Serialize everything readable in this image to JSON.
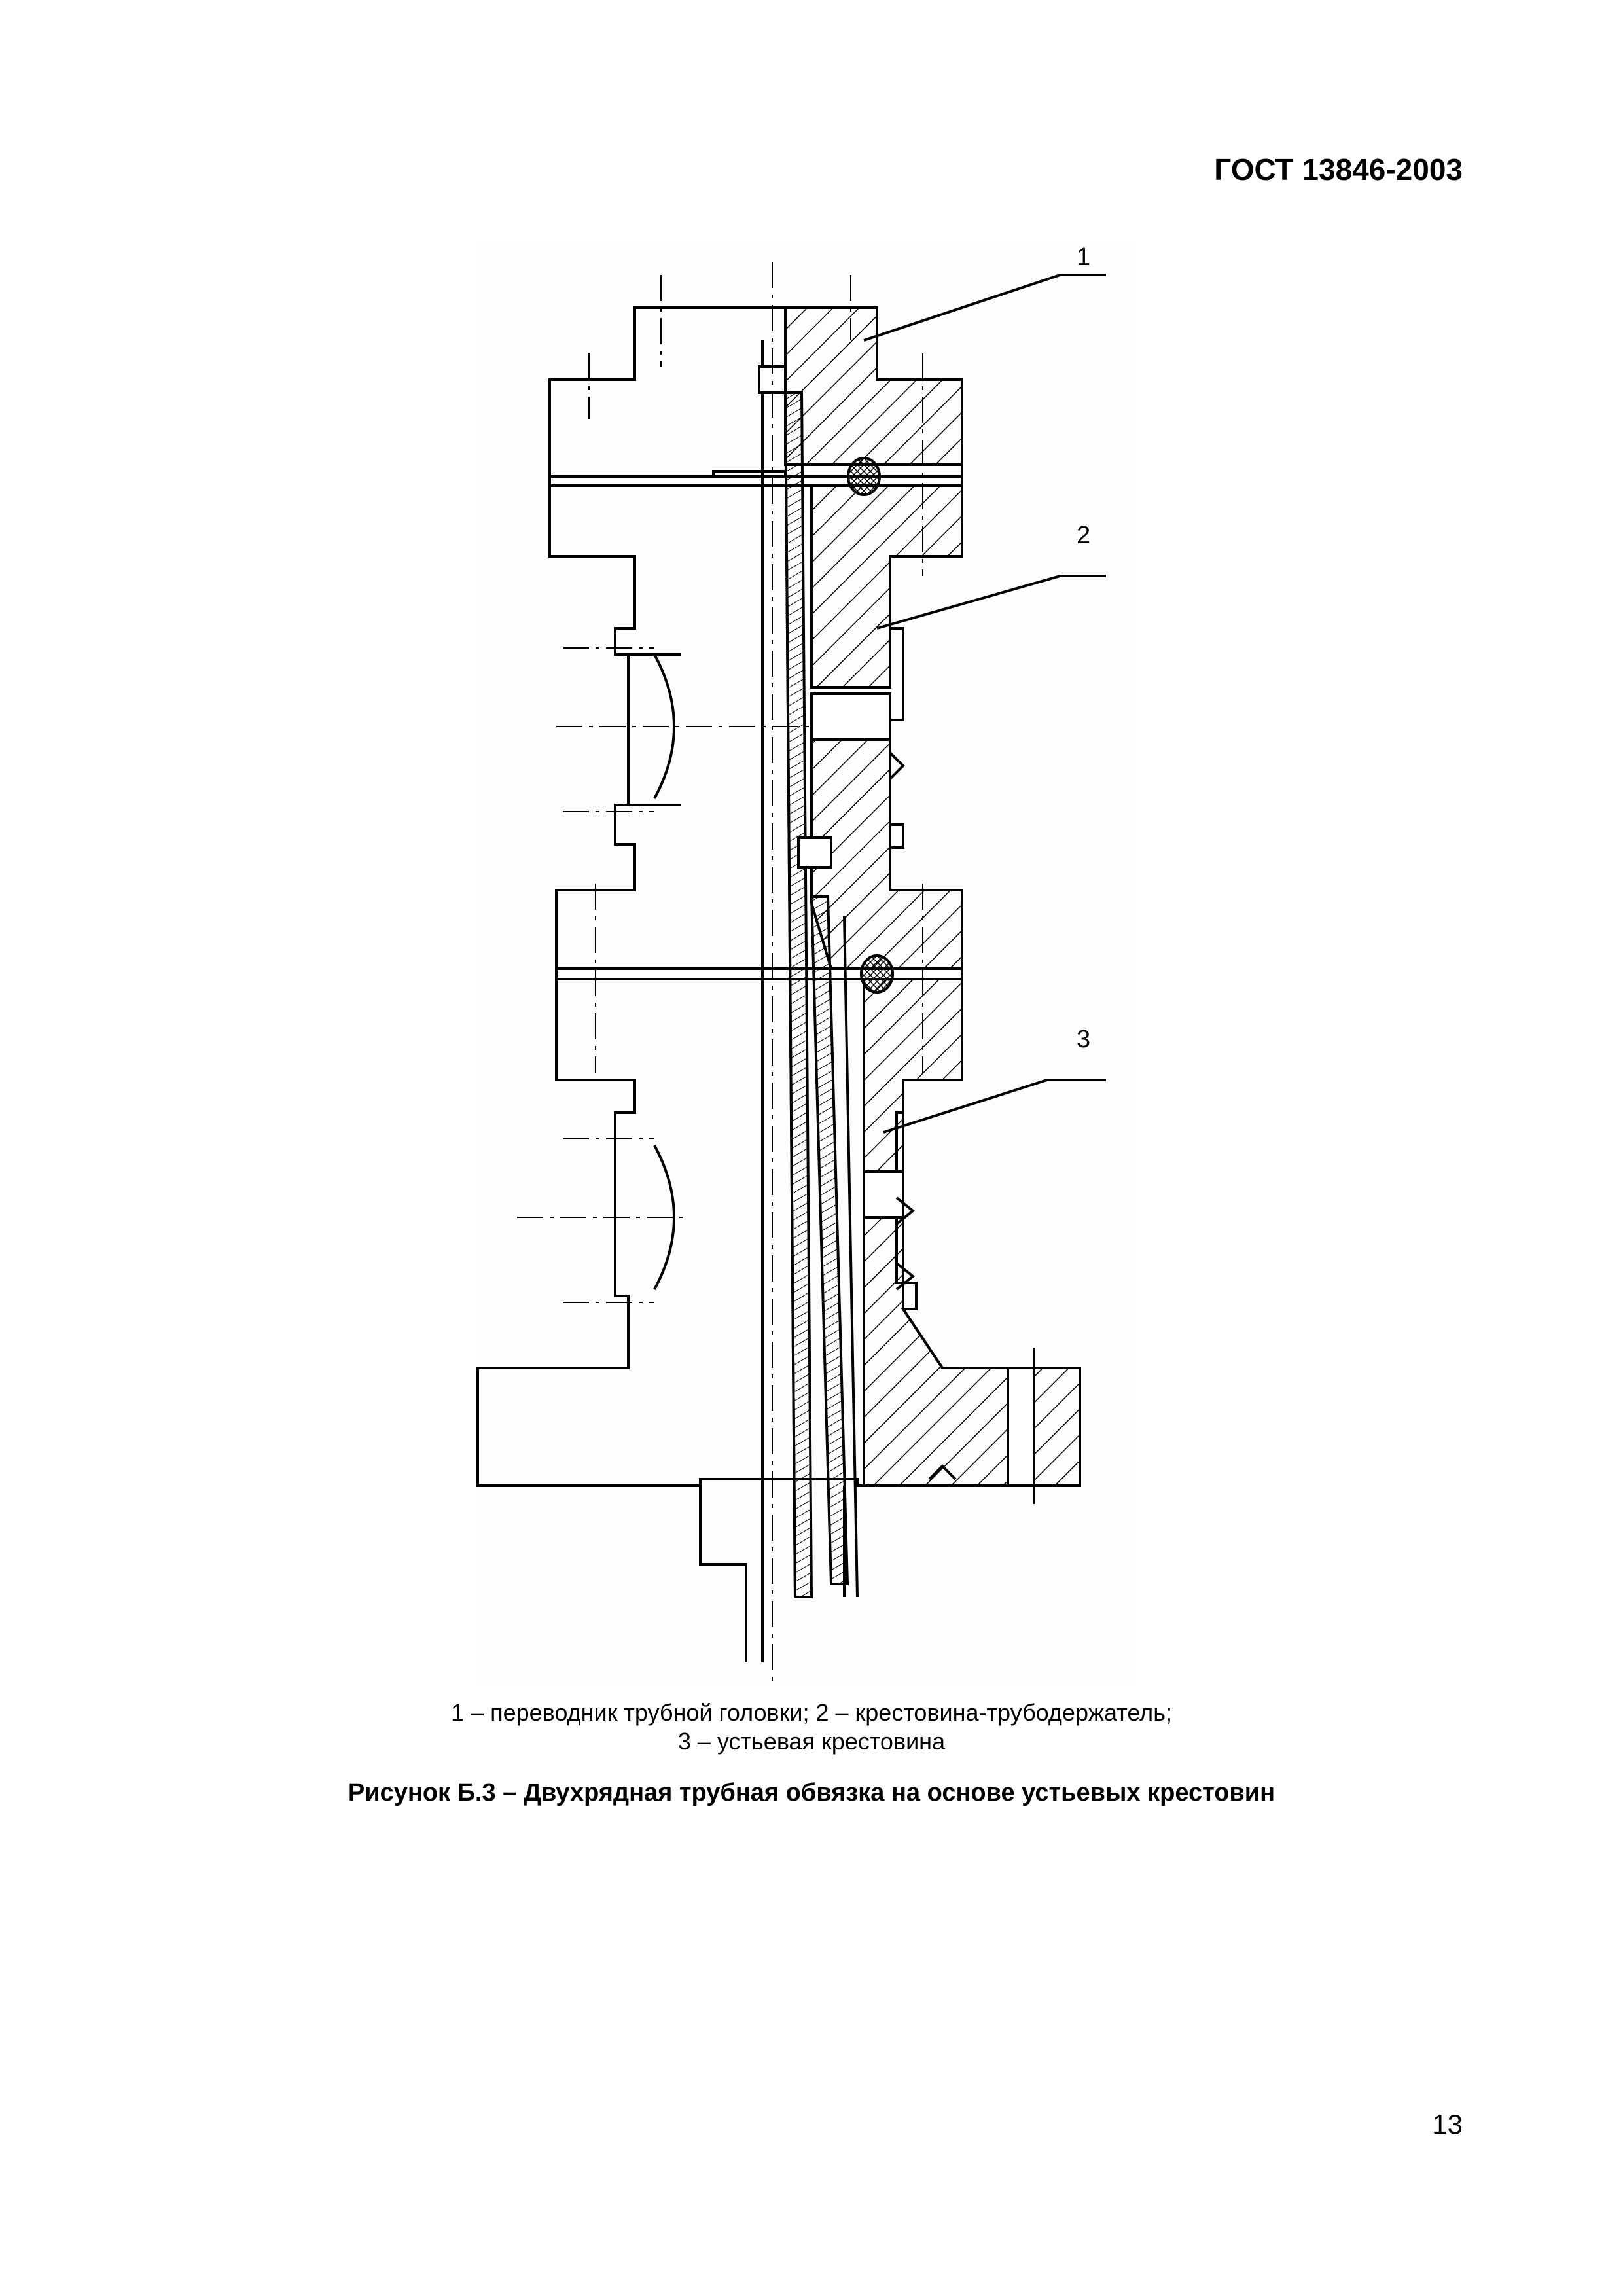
{
  "header": {
    "standard": "ГОСТ 13846-2003"
  },
  "figure": {
    "callouts": [
      "1",
      "2",
      "3"
    ],
    "legend_line_1": "1 – переводник трубной головки; 2 – крестовина-трубодержатель;",
    "legend_line_2": "3 – устьевая крестовина",
    "title": "Рисунок Б.3 – Двухрядная трубная обвязка на основе устьевых крестовин"
  },
  "footer": {
    "page_number": "13"
  }
}
